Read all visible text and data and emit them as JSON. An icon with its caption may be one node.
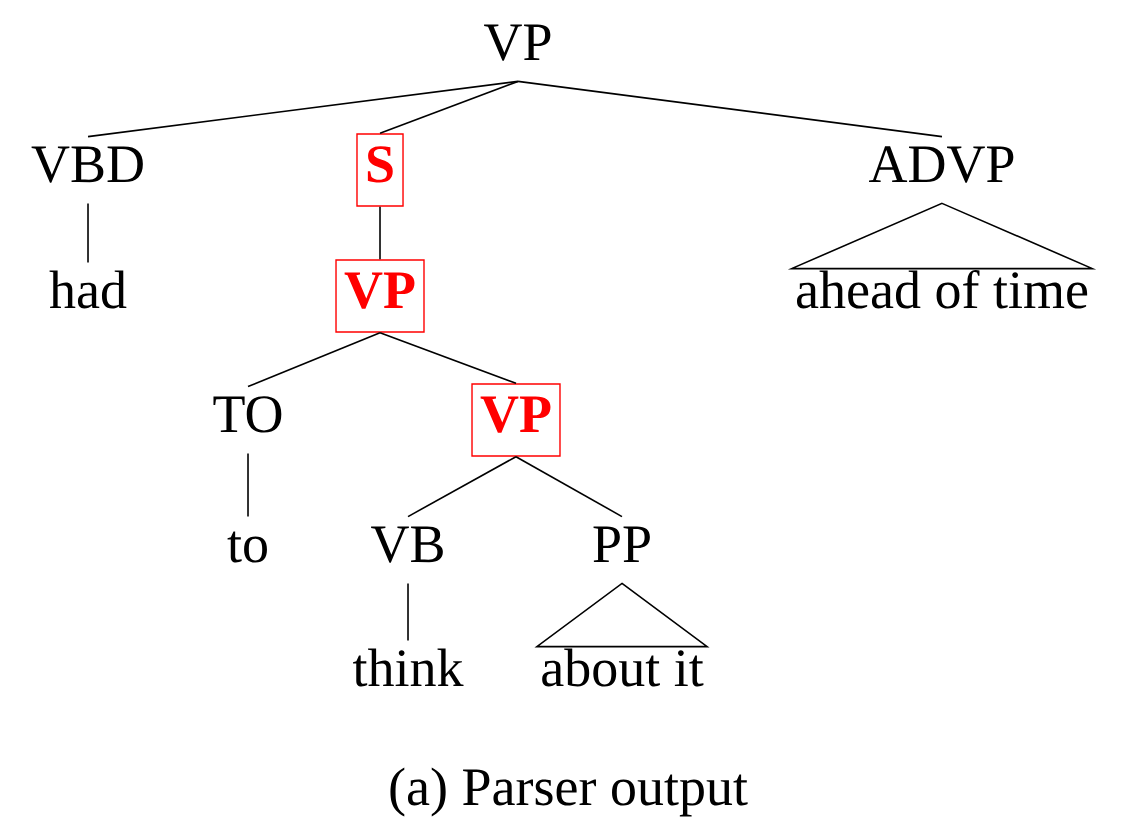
{
  "diagram": {
    "caption": "(a) Parser output",
    "nodes": [
      {
        "text": [
          "VP"
        ]
      },
      {
        "text": [
          "VBD"
        ]
      },
      {
        "text": [
          "S"
        ]
      },
      {
        "text": [
          "ADVP"
        ]
      },
      {
        "text": [
          "had"
        ]
      },
      {
        "text": [
          "VP"
        ]
      },
      {
        "text": [
          "ahead of time"
        ]
      },
      {
        "text": [
          "TO"
        ]
      },
      {
        "text": [
          "VP"
        ]
      },
      {
        "text": [
          "to"
        ]
      },
      {
        "text": [
          "VB"
        ]
      },
      {
        "text": [
          "PP"
        ]
      },
      {
        "text": [
          "think"
        ]
      },
      {
        "text": [
          "about it"
        ]
      }
    ],
    "edges": [
      {
        "from": 0,
        "to": 1,
        "arrow": "none"
      },
      {
        "from": 0,
        "to": 2,
        "arrow": "none"
      },
      {
        "from": 0,
        "to": 3,
        "arrow": "none"
      },
      {
        "from": 1,
        "to": 4,
        "arrow": "none"
      },
      {
        "from": 2,
        "to": 5,
        "arrow": "none"
      },
      {
        "from": 3,
        "to": 6,
        "arrow": "none"
      },
      {
        "from": 5,
        "to": 7,
        "arrow": "none"
      },
      {
        "from": 5,
        "to": 8,
        "arrow": "none"
      },
      {
        "from": 7,
        "to": 9,
        "arrow": "none"
      },
      {
        "from": 8,
        "to": 10,
        "arrow": "none"
      },
      {
        "from": 8,
        "to": 11,
        "arrow": "none"
      },
      {
        "from": 10,
        "to": 12,
        "arrow": "none"
      },
      {
        "from": 11,
        "to": 13,
        "arrow": "none"
      }
    ]
  }
}
